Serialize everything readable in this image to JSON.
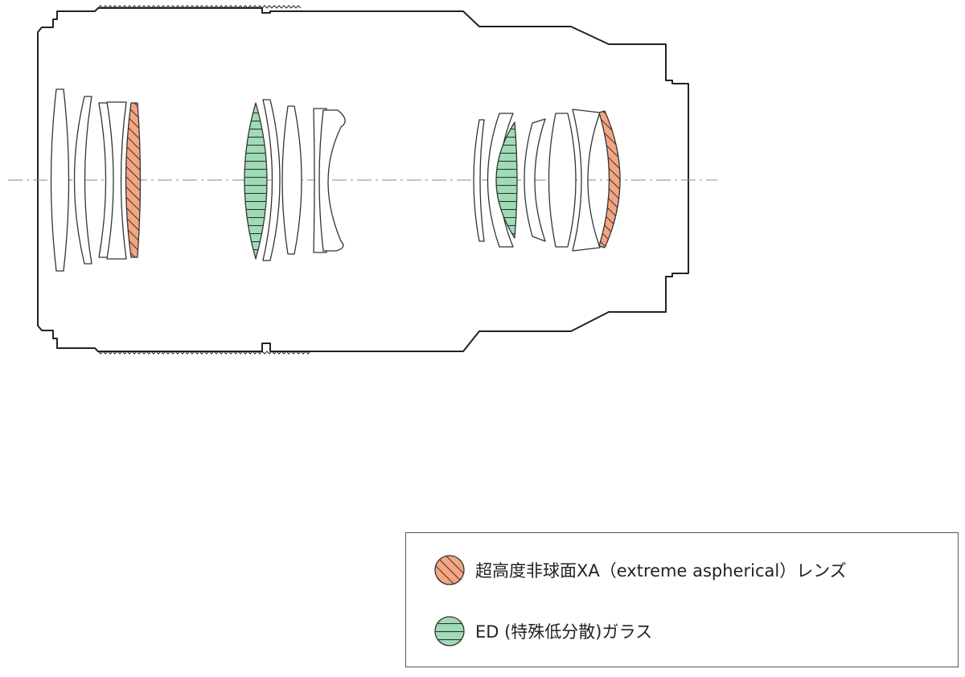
{
  "colors": {
    "outline": "#222222",
    "axis": "#888888",
    "xa_fill": "#f4a582",
    "ed_fill": "#9fdcb6"
  },
  "icons": {
    "xa": "hatched-circle-icon",
    "ed": "striped-circle-icon"
  },
  "legend": {
    "items": [
      {
        "id": "xa",
        "label": "超高度非球面XA（extreme aspherical）レンズ"
      },
      {
        "id": "ed",
        "label": "ED (特殊低分散)ガラス"
      }
    ]
  }
}
